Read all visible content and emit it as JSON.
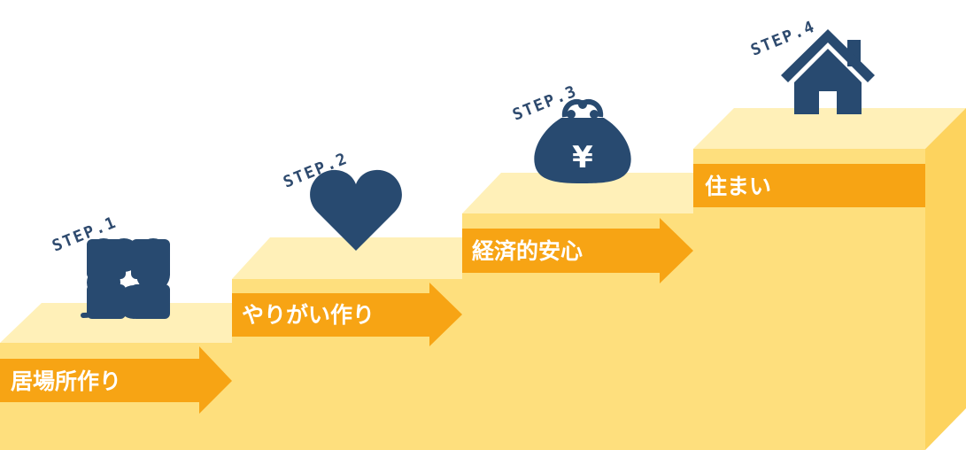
{
  "steps": [
    {
      "label": "STEP.1",
      "title": "居場所作り",
      "icon": "clover-icon"
    },
    {
      "label": "STEP.2",
      "title": "やりがい作り",
      "icon": "heart-icon"
    },
    {
      "label": "STEP.3",
      "title": "経済的安心",
      "icon": "purse-yen-icon"
    },
    {
      "label": "STEP.4",
      "title": "住まい",
      "icon": "house-icon"
    }
  ],
  "purse_symbol": "¥",
  "colors": {
    "block_front": "#fedf7d",
    "block_top": "#fff0b8",
    "block_side": "#fdd35e",
    "arrow": "#f7a414",
    "icon": "#284a70",
    "label": "#2e4a6e"
  }
}
